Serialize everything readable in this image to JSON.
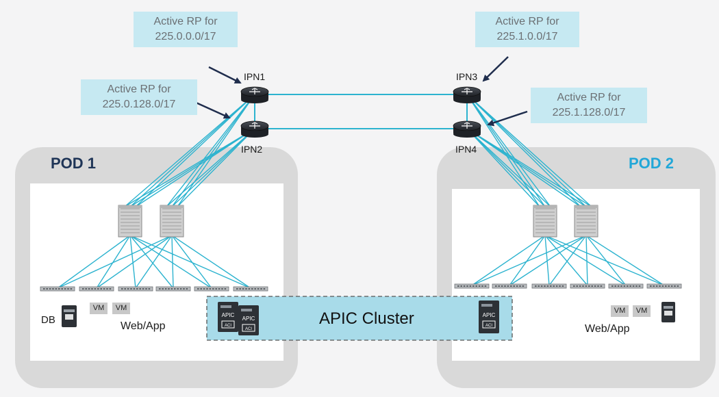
{
  "callouts": [
    {
      "line1": "Active RP for",
      "line2": "225.0.0.0/17"
    },
    {
      "line1": "Active RP for",
      "line2": "225.0.128.0/17"
    },
    {
      "line1": "Active RP for",
      "line2": "225.1.0.0/17"
    },
    {
      "line1": "Active RP for",
      "line2": "225.1.128.0/17"
    }
  ],
  "routers": {
    "ipn1": "IPN1",
    "ipn2": "IPN2",
    "ipn3": "IPN3",
    "ipn4": "IPN4"
  },
  "pods": {
    "pod1": "POD 1",
    "pod2": "POD 2"
  },
  "pod1": {
    "db_label": "DB",
    "vm_label": "VM",
    "webapp_label": "Web/App"
  },
  "pod2": {
    "vm_label": "VM",
    "webapp_label": "Web/App"
  },
  "cluster": {
    "label": "APIC Cluster",
    "apic_badge": "APIC",
    "acl_badge": "ACI"
  },
  "colors": {
    "link": "#2cb3cf",
    "pod_bg": "#d9d9d9",
    "pod_inner": "#ffffff",
    "callout_bg": "#c6e9f2",
    "cluster_bg": "#a8dbe9",
    "pod1_title": "#1f3557",
    "pod2_title": "#22a7d8",
    "arrow": "#1f2d4d"
  },
  "icons": {
    "router": "router-icon",
    "spine": "spine-switch-icon",
    "leaf": "leaf-switch-icon",
    "server": "server-icon",
    "apic": "apic-controller-icon"
  }
}
